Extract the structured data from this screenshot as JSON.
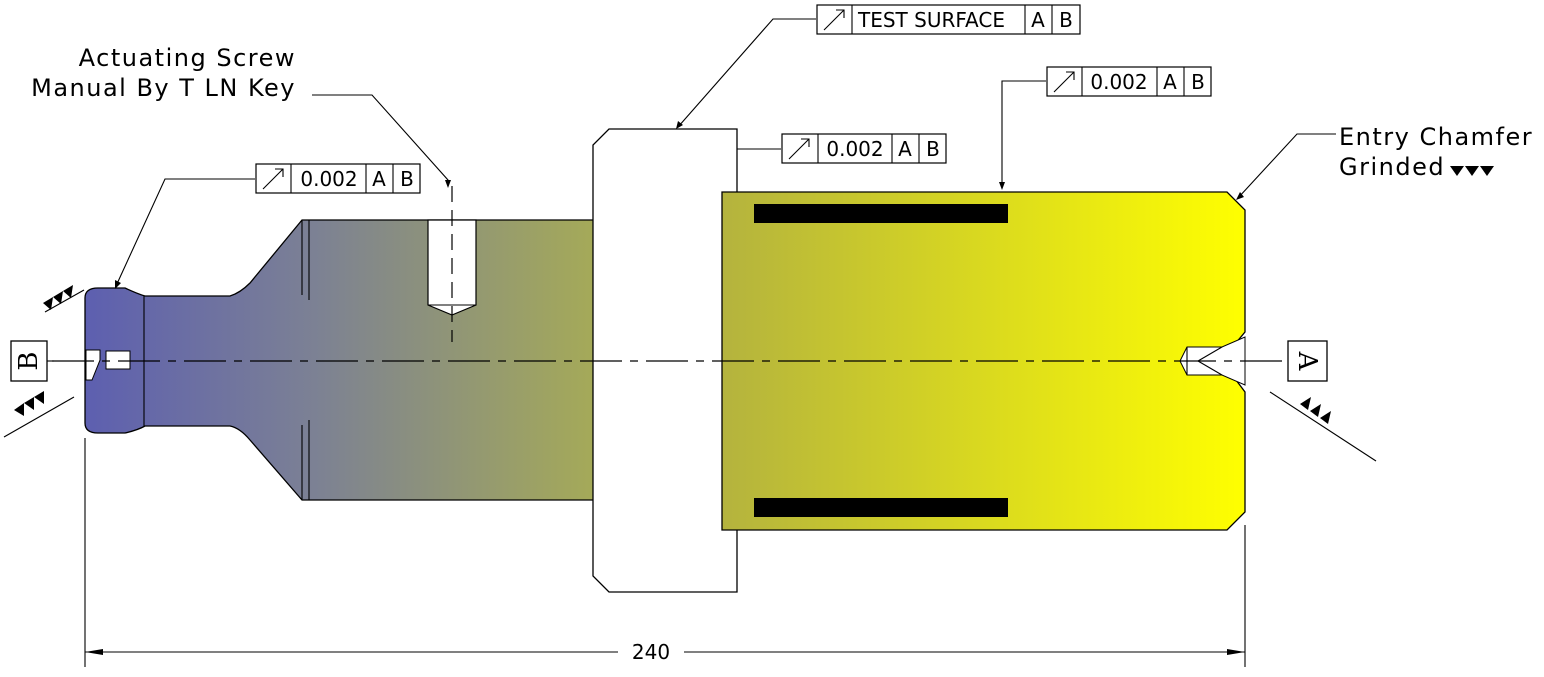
{
  "notes": {
    "actuating_line1": "Actuating Screw",
    "actuating_line2": "Manual By T LN Key",
    "chamfer_line1": "Entry Chamfer",
    "chamfer_line2": "Grinded"
  },
  "frames": {
    "test_surface": {
      "symbol": "circular-runout-arrow-icon",
      "value": "TEST SURFACE",
      "datum1": "A",
      "datum2": "B"
    },
    "right_top": {
      "symbol": "circular-runout-arrow-icon",
      "value": "0.002",
      "datum1": "A",
      "datum2": "B"
    },
    "flange": {
      "symbol": "circular-runout-arrow-icon",
      "value": "0.002",
      "datum1": "A",
      "datum2": "B"
    },
    "left": {
      "symbol": "circular-runout-arrow-icon",
      "value": "0.002",
      "datum1": "A",
      "datum2": "B"
    }
  },
  "datums": {
    "left": "B",
    "right": "A"
  },
  "dimension": {
    "overall_length": "240"
  },
  "colors": {
    "shank_start": "#5d5fb0",
    "shank_end": "#a5aa58",
    "body_start": "#b4b33e",
    "body_end": "#ffff00",
    "slot": "#000000"
  }
}
